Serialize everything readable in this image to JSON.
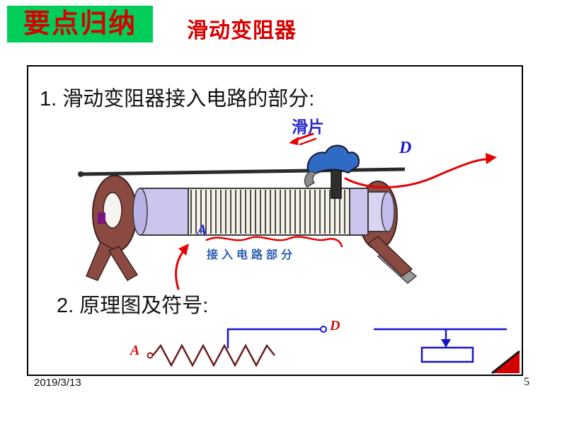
{
  "header": {
    "badge_label": "要点归纳",
    "title": "滑动变阻器"
  },
  "slide": {
    "point1": "1. 滑动变阻器接入电路的部分:",
    "point2": "2. 原理图及符号:",
    "illustration": {
      "slider_label": "滑片",
      "terminal_d": "D",
      "terminal_a": "A",
      "caption": "接入电路部分"
    },
    "schematic": {
      "terminal_a": "A",
      "terminal_d": "D"
    }
  },
  "footer": {
    "date": "2019/3/13",
    "page_number": "5"
  },
  "colors": {
    "badge_bg": "#00cd5a",
    "accent_red": "#d80000",
    "annotation_red": "#e60000",
    "label_blue": "#2a2acc",
    "wire_blue": "#1515cc",
    "support_maroon": "#8a4a42",
    "tube_lavender": "#cbc6ee"
  }
}
